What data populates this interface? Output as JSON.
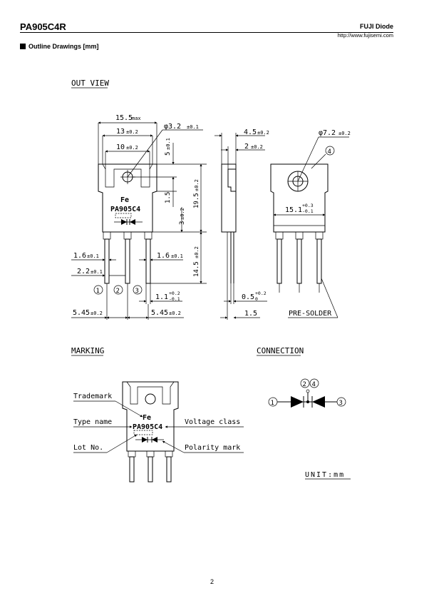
{
  "header": {
    "part_number": "PA905C4R",
    "brand": "FUJI Diode",
    "url": "http://www.fujisemi.com"
  },
  "section_title": "Outline Drawings [mm]",
  "out_view": {
    "title": "OUT VIEW",
    "dims": {
      "width_max": "15.5",
      "width_max_suffix": "max",
      "body_13": "13",
      "body_13_tol": "±0.2",
      "tab_10": "10",
      "tab_10_tol": "±0.2",
      "hole_dia": "φ3.2",
      "hole_dia_tol": "±0.1",
      "dim_5": "5",
      "dim_5_tol": "±0.1",
      "dim_1_5": "1.5",
      "dim_19_5": "19.5",
      "dim_19_5_tol": "±0.2",
      "dim_3": "3",
      "dim_3_tol": "±0.2",
      "lead_14_5": "14.5",
      "lead_14_5_tol": "±0.2",
      "lead_w_left": "1.6",
      "lead_w_left_tol": "±0.1",
      "lead_w_right": "1.6",
      "lead_w_right_tol": "±0.1",
      "lead_2_2": "2.2",
      "lead_2_2_tol": "±0.1",
      "lead_1_1": "1.1",
      "lead_1_1_tol_up": "+0.2",
      "lead_1_1_tol_dn": "-0.1",
      "pitch_left": "5.45",
      "pitch_left_tol": "±0.2",
      "pitch_right": "5.45",
      "pitch_right_tol": "±0.2",
      "side_4_5": "4.5",
      "side_4_5_tol": "±0.2",
      "side_2": "2",
      "side_2_tol": "±0.2",
      "side_0_5": "0.5",
      "side_0_5_tol_up": "+0.2",
      "side_0_5_tol_dn": "0",
      "side_1_5": "1.5",
      "back_dia": "φ7.2",
      "back_dia_tol": "±0.2",
      "back_15_1": "15.1",
      "back_15_1_tol_up": "+0.3",
      "back_15_1_tol_dn": "-0.1"
    },
    "body_label": "PA905C4",
    "pin1": "1",
    "pin2": "2",
    "pin3": "3",
    "pin4": "4",
    "pre_solder": "PRE-SOLDER"
  },
  "marking": {
    "title": "MARKING",
    "trademark": "Trademark",
    "type_name": "Type name",
    "lot_no": "Lot No.",
    "voltage_class": "Voltage class",
    "polarity_mark": "Polarity mark",
    "body_label": "PA905C4"
  },
  "connection": {
    "title": "CONNECTION",
    "pin1": "1",
    "pin2": "2",
    "pin3": "3",
    "pin4": "4"
  },
  "unit": "UNIT:mm",
  "page_number": "2"
}
